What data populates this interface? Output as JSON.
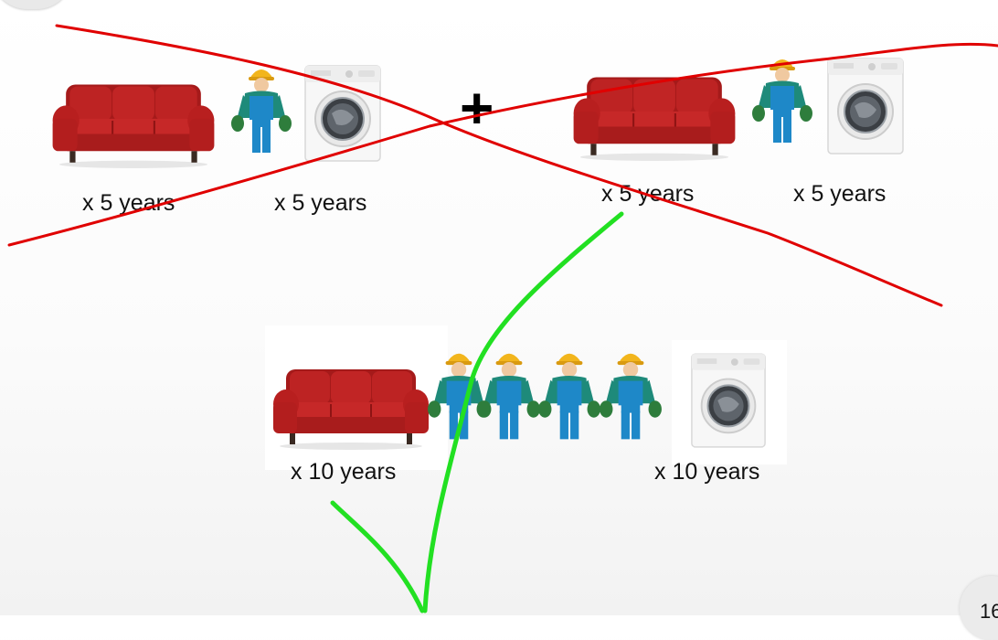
{
  "row1": {
    "left": {
      "sofa_label": "x 5 years",
      "washer_label": "x 5 years"
    },
    "right": {
      "sofa_label": "x 5 years",
      "washer_label": "x 5 years"
    },
    "operator": "+"
  },
  "row2": {
    "sofa_label": "x 10 years",
    "washer_label": "x 10 years",
    "worker_count": 4
  },
  "page_number": "16",
  "colors": {
    "cross_out": "#e00000",
    "check": "#22e022",
    "sofa": "#b81f1f",
    "worker_overalls": "#1e88c8",
    "worker_helmet": "#f2b51c"
  },
  "icons": [
    "sofa-icon",
    "worker-icon",
    "washing-machine-icon"
  ]
}
